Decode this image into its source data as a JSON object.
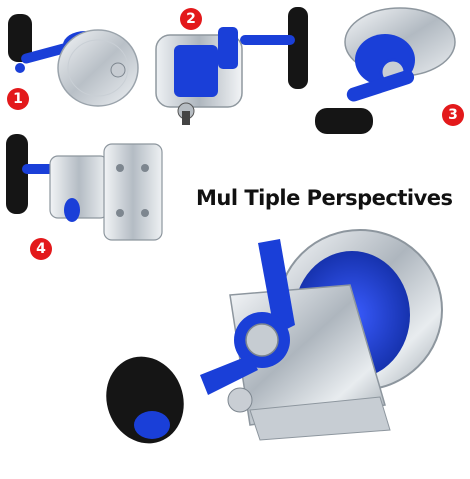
{
  "headline": "Mul Tiple Perspectives",
  "badges": [
    "1",
    "2",
    "3",
    "4"
  ],
  "colors": {
    "reel_blue": "#1a3fd8",
    "reel_silver": "#d6dbe0",
    "handle_knob": "#151515",
    "badge_red": "#e3191b"
  }
}
